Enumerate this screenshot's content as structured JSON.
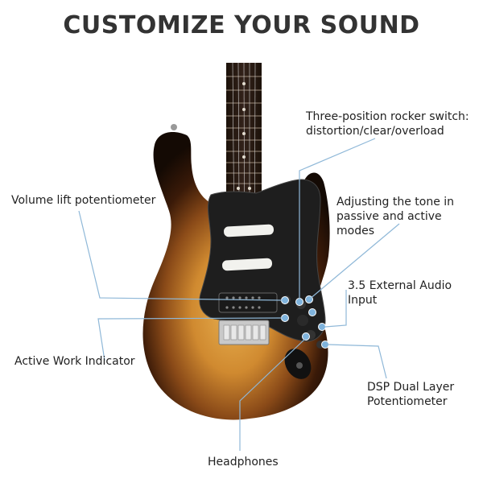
{
  "title": "CUSTOMIZE YOUR SOUND",
  "colors": {
    "callout_line": "#8fb8d8",
    "dot": "#7fb3dc",
    "pickguard": "#1e1e1e",
    "sunburst_edge": "#1a0e06",
    "sunburst_center": "#e0a040",
    "fretboard": "#2a1a10",
    "neck": "#c99a5b"
  },
  "labels": {
    "rocker": {
      "line1": "Three-position rocker switch:",
      "line2": "distortion/clear/overload"
    },
    "volume": "Volume lift potentiometer",
    "tone": {
      "line1": "Adjusting the tone in",
      "line2": "passive and active modes"
    },
    "audio_input": "3.5 External Audio Input",
    "indicator": "Active Work Indicator",
    "dsp": {
      "line1": "DSP Dual Layer",
      "line2": "Potentiometer"
    },
    "headphones": "Headphones"
  }
}
